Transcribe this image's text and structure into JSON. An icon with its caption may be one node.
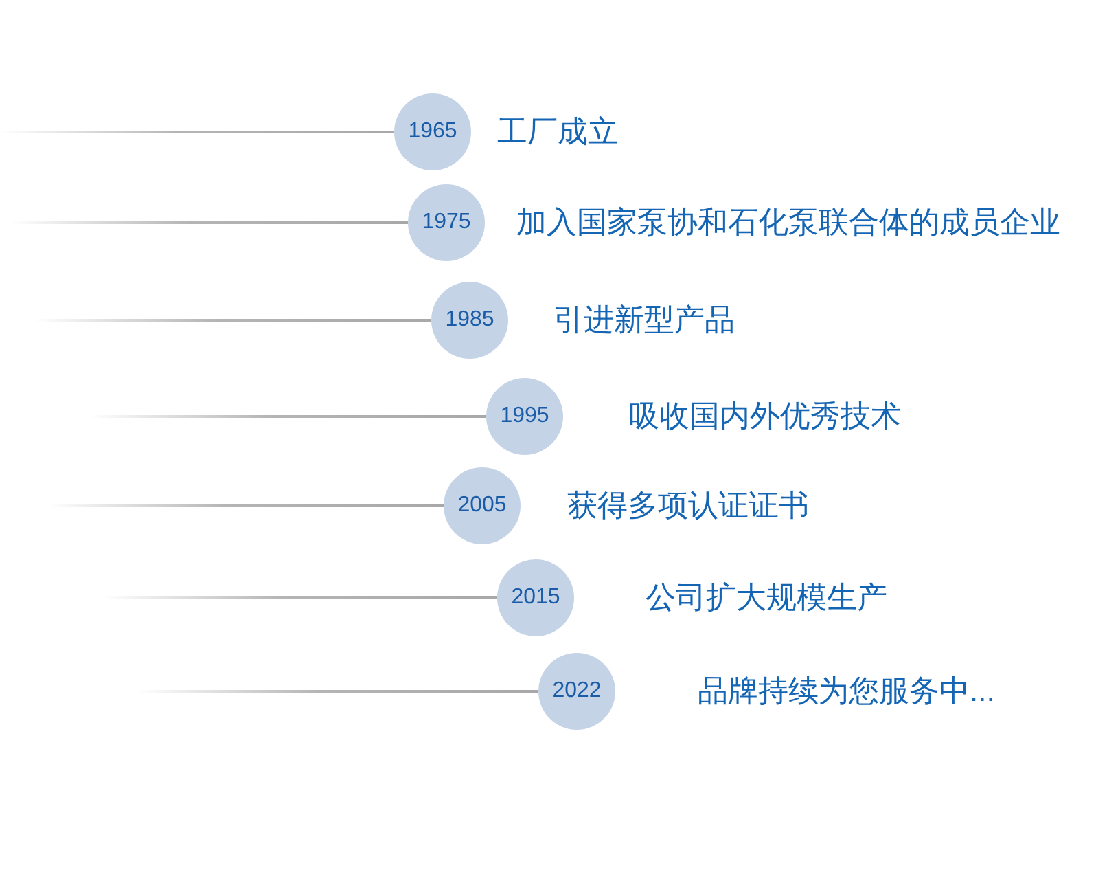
{
  "diagram": {
    "nodes": [
      {
        "text": [
          "1965"
        ],
        "beside": [
          "工厂成立"
        ]
      },
      {
        "text": [
          "1975"
        ],
        "beside": [
          "加入国家泵协和石化泵联合体的成员企业"
        ]
      },
      {
        "text": [
          "1985"
        ],
        "beside": [
          "引进新型产品"
        ]
      },
      {
        "text": [
          "1995"
        ],
        "beside": [
          "吸收国内外优秀技术"
        ]
      },
      {
        "text": [
          "2005"
        ],
        "beside": [
          "获得多项认证证书"
        ]
      },
      {
        "text": [
          "2015"
        ],
        "beside": [
          "公司扩大规模生产"
        ]
      },
      {
        "text": [
          "2022"
        ],
        "beside": [
          "品牌持续为您服务中..."
        ]
      }
    ],
    "edges": [
      {
        "from": null,
        "to": 0,
        "arrow": "none"
      },
      {
        "from": null,
        "to": 1,
        "arrow": "none"
      },
      {
        "from": null,
        "to": 2,
        "arrow": "none"
      },
      {
        "from": null,
        "to": 3,
        "arrow": "none"
      },
      {
        "from": null,
        "to": 4,
        "arrow": "none"
      },
      {
        "from": null,
        "to": 5,
        "arrow": "none"
      },
      {
        "from": null,
        "to": 6,
        "arrow": "none"
      }
    ]
  }
}
